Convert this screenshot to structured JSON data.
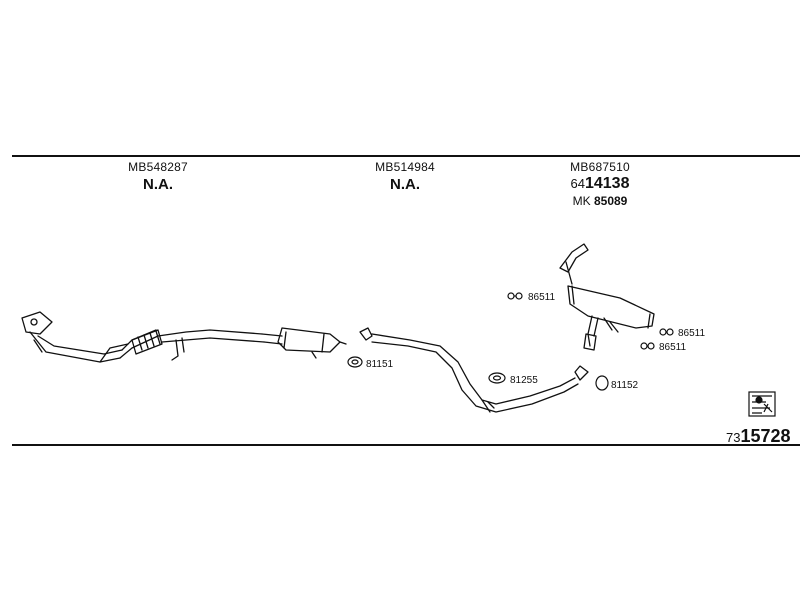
{
  "columns": [
    {
      "part_number": "MB548287",
      "status": "N.A."
    },
    {
      "part_number": "MB514984",
      "status": "N.A."
    },
    {
      "part_number": "MB687510",
      "ref_prefix": "64",
      "ref_number": "14138",
      "mk_prefix": "MK",
      "mk_number": "85089"
    }
  ],
  "callouts": {
    "c81151": "81151",
    "c81255": "81255",
    "c81152": "81152",
    "c86511_a": "86511",
    "c86511_b": "86511",
    "c86511_c": "86511"
  },
  "catalog": {
    "prefix": "73",
    "number": "15728"
  },
  "icons": [
    "gasket-icon",
    "clamp-icon",
    "catalog-symbol-icon"
  ]
}
